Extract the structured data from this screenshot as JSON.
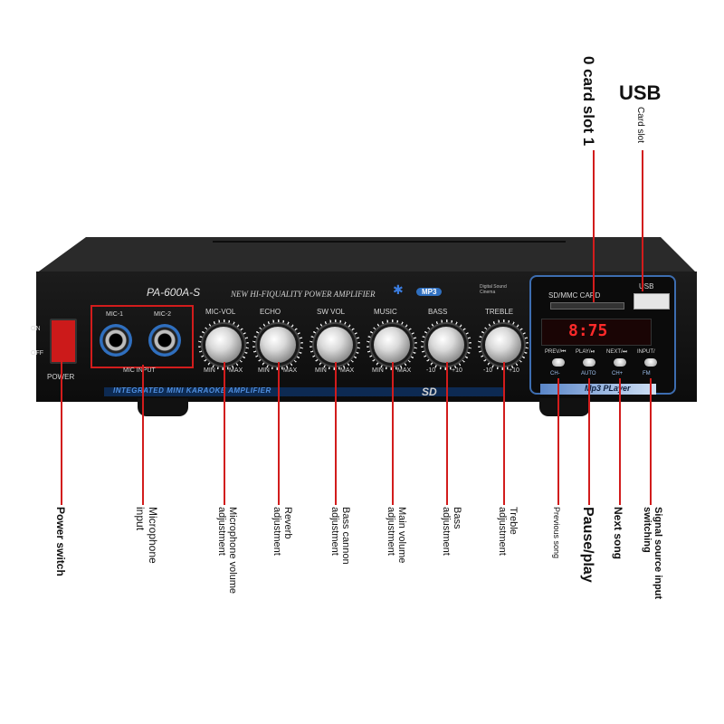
{
  "device": {
    "model": "PA-600A-S",
    "subtitle": "NEW HI-FIQUALITY POWER AMPLIFIER",
    "mp3_badge": "MP3",
    "digital_badge": "Digital Sound Cinema",
    "power": {
      "on": "ON",
      "off": "OFF",
      "label": "POWER"
    },
    "mic_inputs": {
      "mic1": "MIC-1",
      "mic2": "MIC-2",
      "group_label": "MIC INPUT"
    },
    "knobs": [
      {
        "name": "MIC-VOL",
        "min": "MIN",
        "max": "MAX"
      },
      {
        "name": "ECHO",
        "min": "MIN",
        "max": "MAX"
      },
      {
        "name": "SW VOL",
        "min": "MIN",
        "max": "MAX"
      },
      {
        "name": "MUSIC",
        "min": "MIN",
        "max": "MAX"
      },
      {
        "name": "BASS",
        "min": "-10",
        "max": "+10"
      },
      {
        "name": "TREBLE",
        "min": "-10",
        "max": "+10"
      }
    ],
    "bottom_strip": "INTEGRATED MINI KARAOKE AMPLIFIER",
    "sd_logo": "SD",
    "mp3_panel": {
      "card_label": "SD/MMC CARD",
      "usb_label": "USB",
      "display": "8:75",
      "buttons_top": [
        "PREV/⏮",
        "PLAY/⏯",
        "NEXT/⏭",
        "INPUT/"
      ],
      "buttons_bottom": [
        "CH-",
        "AUTO",
        "CH+",
        "FM"
      ],
      "footer": "Mp3 PLayer"
    }
  },
  "callouts": {
    "usb": {
      "title": "USB",
      "sub": "Card slot"
    },
    "card_slot": "0 card slot 1",
    "power_switch": "Power switch",
    "microphone_input": "Microphone input",
    "mic_volume": "Microphone volume adjustment",
    "reverb": "Reverb adjustment",
    "bass_cannon": "Bass cannon adjustment",
    "main_volume": "Main volume adjustment",
    "bass": "Bass adjustment",
    "treble": "Treble adjustment",
    "prev_song": "Previous song",
    "pause_play": "Pause/play",
    "next_song": "Next song",
    "signal_source": "Signal source input switching"
  },
  "colors": {
    "accent_red": "#d21c1c",
    "panel": "#141414",
    "blue": "#2f6fbf"
  }
}
